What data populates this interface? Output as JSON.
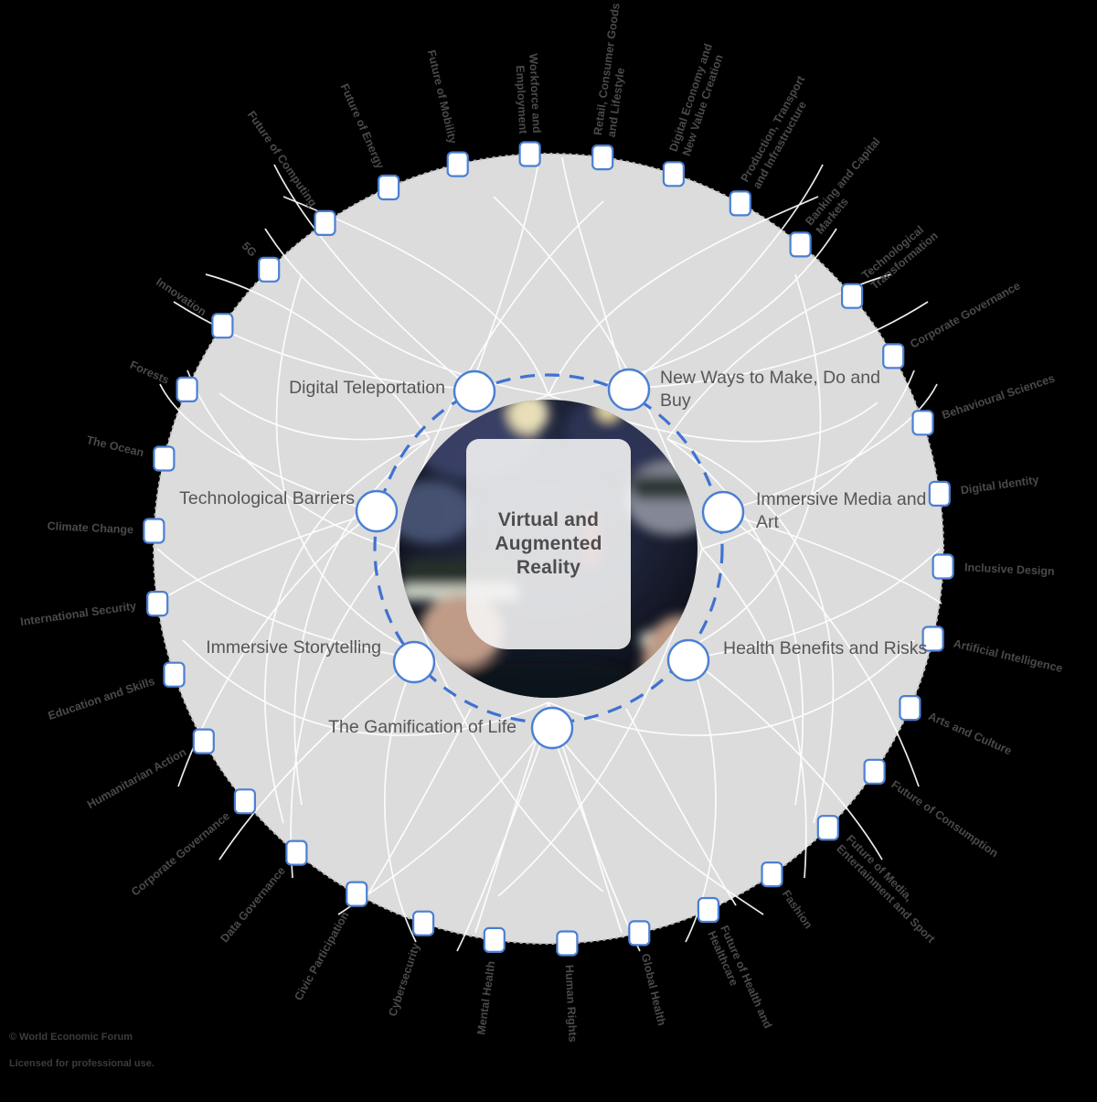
{
  "center": {
    "title": "Virtual and Augmented Reality",
    "photo_alt": "audience-wearing-vr-headsets-photo"
  },
  "inner_ring": {
    "nodes": [
      {
        "label": "New Ways to Make, Do and Buy",
        "angle": -55,
        "side": "right"
      },
      {
        "label": "Immersive Media and Art",
        "angle": 0,
        "side": "right"
      },
      {
        "label": "Health Benefits and Risks",
        "angle": 55,
        "side": "right"
      },
      {
        "label": "The Gamification of Life",
        "angle": 105,
        "side": "left"
      },
      {
        "label": "Immersive Storytelling",
        "angle": 145,
        "side": "left"
      },
      {
        "label": "Technological Barriers",
        "angle": 180,
        "side": "left"
      },
      {
        "label": "Digital Teleportation",
        "angle": 235,
        "side": "left"
      }
    ]
  },
  "outer_ring": {
    "nodes": [
      {
        "label": "Digital Identity"
      },
      {
        "label": "Inclusive Design"
      },
      {
        "label": "Artificial Intelligence"
      },
      {
        "label": "Arts and Culture"
      },
      {
        "label": "Future of Consumption"
      },
      {
        "label": "Future of Media, Entertainment and Sport"
      },
      {
        "label": "Fashion"
      },
      {
        "label": "Future of Health and Healthcare"
      },
      {
        "label": "Global Health"
      },
      {
        "label": "Human Rights"
      },
      {
        "label": "Mental Health"
      },
      {
        "label": "Cybersecurity"
      },
      {
        "label": "Civic Participation"
      },
      {
        "label": "Data Governance"
      },
      {
        "label": "Corporate Governance"
      },
      {
        "label": "Humanitarian Action"
      },
      {
        "label": "Education and Skills"
      },
      {
        "label": "International Security"
      },
      {
        "label": "Climate Change"
      },
      {
        "label": "The Ocean"
      },
      {
        "label": "Forests"
      },
      {
        "label": "Innovation"
      },
      {
        "label": "5G"
      },
      {
        "label": "Future of Computing"
      },
      {
        "label": "Future of Energy"
      },
      {
        "label": "Future of Mobility"
      },
      {
        "label": "Workforce and Employment"
      },
      {
        "label": "Retail, Consumer Goods and Lifestyle"
      },
      {
        "label": "Digital Economy and New Value Creation"
      },
      {
        "label": "Production, Transport and Infrastructure"
      },
      {
        "label": "Banking and Capital Markets"
      },
      {
        "label": "Technological Transformation"
      },
      {
        "label": "Corporate Governance"
      },
      {
        "label": "Behavioural Sciences"
      }
    ]
  },
  "footer": {
    "line1": "© World Economic Forum",
    "line2": "Licensed for professional use."
  },
  "colors": {
    "background": "#000000",
    "disc": "#dcdcdc",
    "node_stroke": "#4a7fd4",
    "node_fill": "#ffffff",
    "link": "#ffffff",
    "dashed_ring": "#3f72d0",
    "label_text": "#565656",
    "center_text": "#4d4d4d"
  }
}
